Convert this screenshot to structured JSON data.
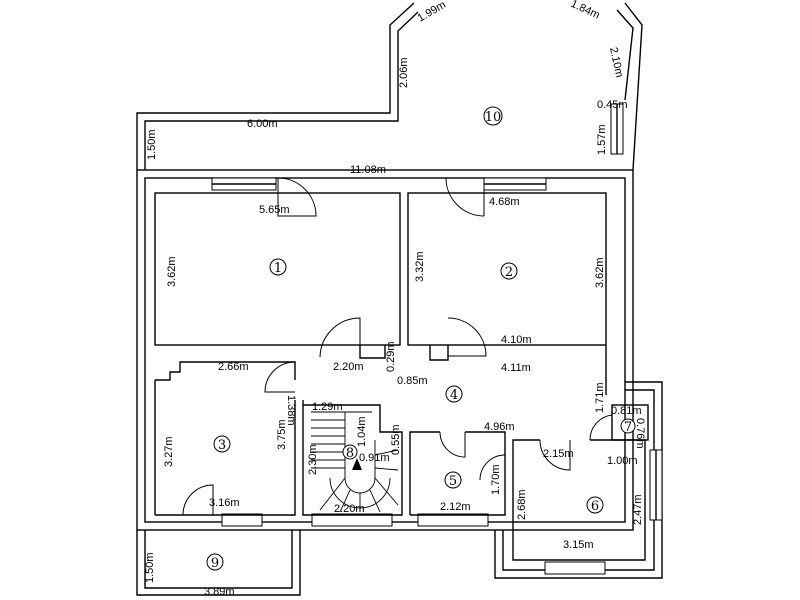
{
  "rooms": [
    "1",
    "2",
    "3",
    "4",
    "5",
    "6",
    "7",
    "8",
    "9",
    "10"
  ],
  "dimensions": [
    "1.99m",
    "1.84m",
    "2.06m",
    "2.10m",
    "0.45m",
    "6.00m",
    "1.50m",
    "1.57m",
    "11.08m",
    "5.65m",
    "4.68m",
    "3.62m",
    "3.32m",
    "3.62m",
    "4.10m",
    "2.20m",
    "0.29m",
    "0.85m",
    "4.11m",
    "2.66m",
    "1.38m",
    "1.29m",
    "3.27m",
    "3.75m",
    "1.04m",
    "2.30m",
    "0.55m",
    "0.91m",
    "4.96m",
    "1.71m",
    "0.81m",
    "0.76m",
    "2.15m",
    "1.00m",
    "1.70m",
    "2.68m",
    "2.47m",
    "3.16m",
    "2.20m",
    "2.12m",
    "3.15m",
    "1.50m",
    "3.89m"
  ]
}
